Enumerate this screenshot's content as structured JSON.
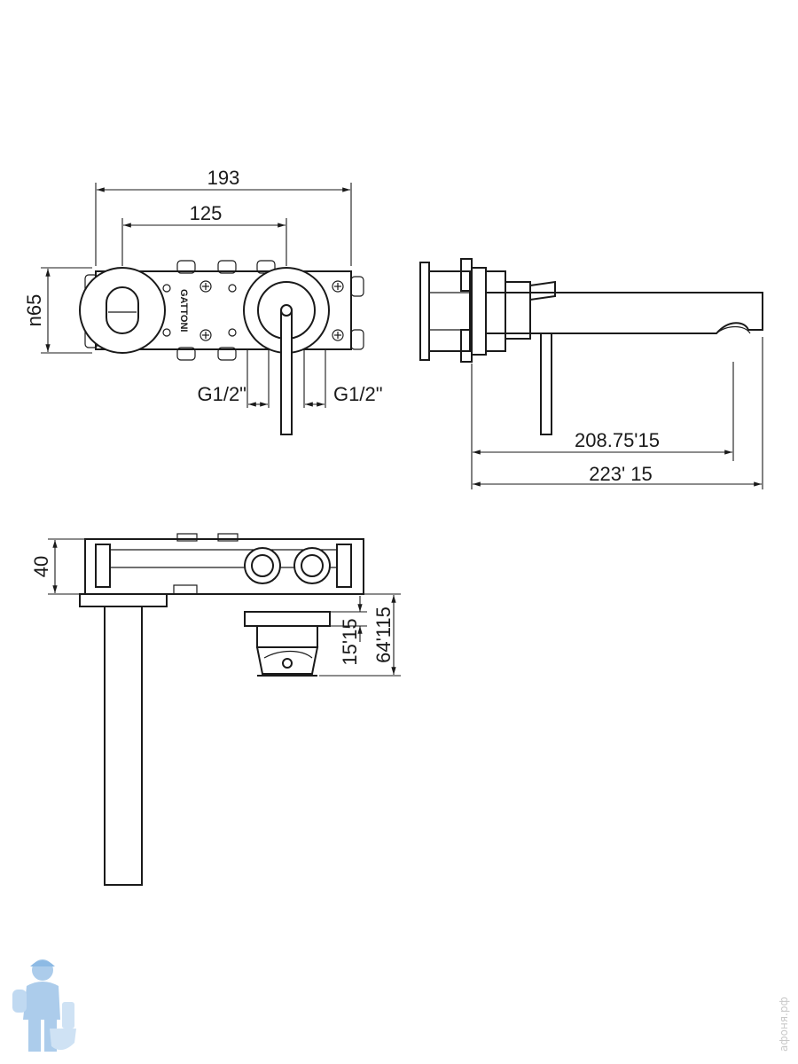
{
  "front_view": {
    "dim_total_width": "193",
    "dim_center_distance": "125",
    "dim_height": "n65",
    "thread_left": "G1/2\"",
    "thread_right": "G1/2\"",
    "brand_mark": "GATTONI"
  },
  "side_view": {
    "dim_spout_projection": "208.75'15",
    "dim_total_projection": "223' 15"
  },
  "top_view": {
    "dim_body_depth": "40",
    "dim_handle_offset": "15'15",
    "dim_handle_depth": "64'115"
  },
  "watermark": {
    "text": "афоня.рф",
    "icon": "plumber-mascot-icon"
  },
  "colors": {
    "line": "#1a1a1a",
    "watermark_icon": "#9ec4e8",
    "watermark_text": "#c9c9c9"
  }
}
